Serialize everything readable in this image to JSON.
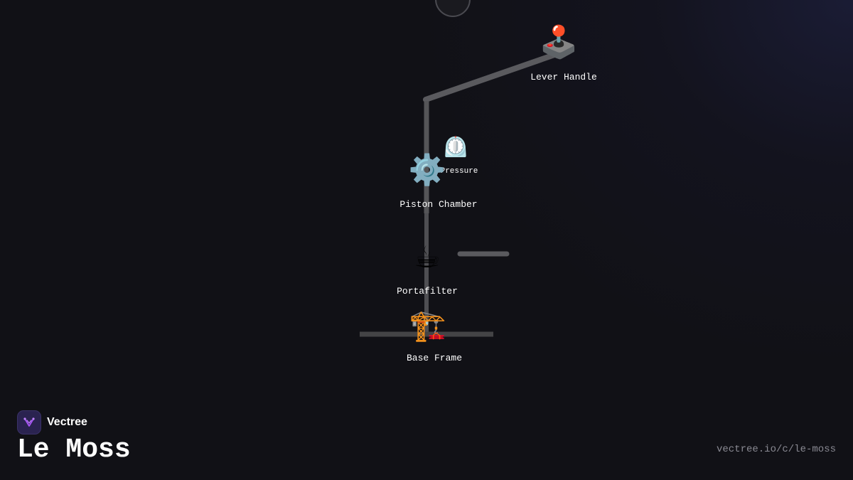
{
  "brand": {
    "name": "Vectree",
    "accent": "#a855f7"
  },
  "title": "Le Moss",
  "url": "vectree.io/c/le-moss",
  "colors": {
    "background": "#111116",
    "connector": "#5a5a5e",
    "connector_dark": "#444446",
    "top_node": "#1a1a1f",
    "top_node_stroke": "#4a4a50"
  },
  "nodes": {
    "lever": {
      "label": "Lever Handle",
      "icon": "joystick-icon",
      "glyph": "🕹️"
    },
    "pressure": {
      "label": "Pressure",
      "icon": "gauge-icon",
      "glyph": "⏲️"
    },
    "piston": {
      "label": "Piston Chamber",
      "icon": "gear-icon",
      "glyph": "⚙️"
    },
    "portafilter": {
      "label": "Portafilter",
      "icon": "coffee-cup-icon",
      "glyph": "☕"
    },
    "base": {
      "label": "Base Frame",
      "icon": "crane-icon",
      "glyph": "🏗️"
    }
  }
}
